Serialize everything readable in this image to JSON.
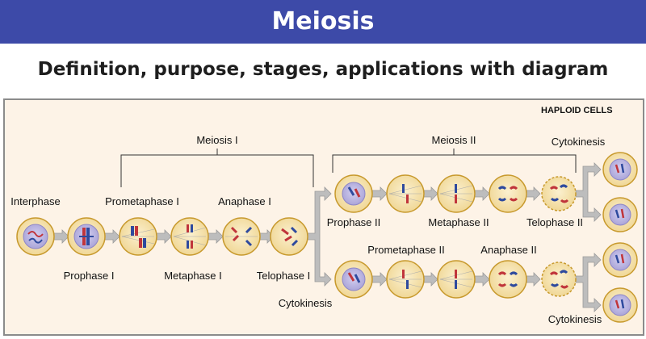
{
  "header": {
    "title": "Meiosis",
    "subtitle": "Definition, purpose, stages, applications with diagram"
  },
  "diagram": {
    "corner_label": "HAPLOID CELLS",
    "group_labels": {
      "meiosis_1": "Meiosis I",
      "meiosis_2": "Meiosis II"
    },
    "stage_labels": {
      "interphase": "Interphase",
      "prophase_1": "Prophase I",
      "prometaphase_1": "Prometaphase I",
      "metaphase_1": "Metaphase I",
      "anaphase_1": "Anaphase I",
      "telophase_1": "Telophase I",
      "cytokinesis_1": "Cytokinesis",
      "prophase_2": "Prophase II",
      "metaphase_2": "Metaphase II",
      "telophase_2": "Telophase II",
      "cytokinesis_2_top": "Cytokinesis",
      "prometaphase_2": "Prometaphase II",
      "anaphase_2": "Anaphase II",
      "cytokinesis_2_bottom": "Cytokinesis"
    },
    "colors": {
      "title_bar": "#3d4aa8",
      "panel_bg": "#fdf3e7",
      "cell_fill": "#f6e3b4",
      "cell_border": "#c89a2e",
      "nucleus": "#b9b4e0",
      "chromosome_red": "#c0353b",
      "chromosome_blue": "#2e4a9e",
      "arrow_gray": "#bdbdbd"
    }
  }
}
